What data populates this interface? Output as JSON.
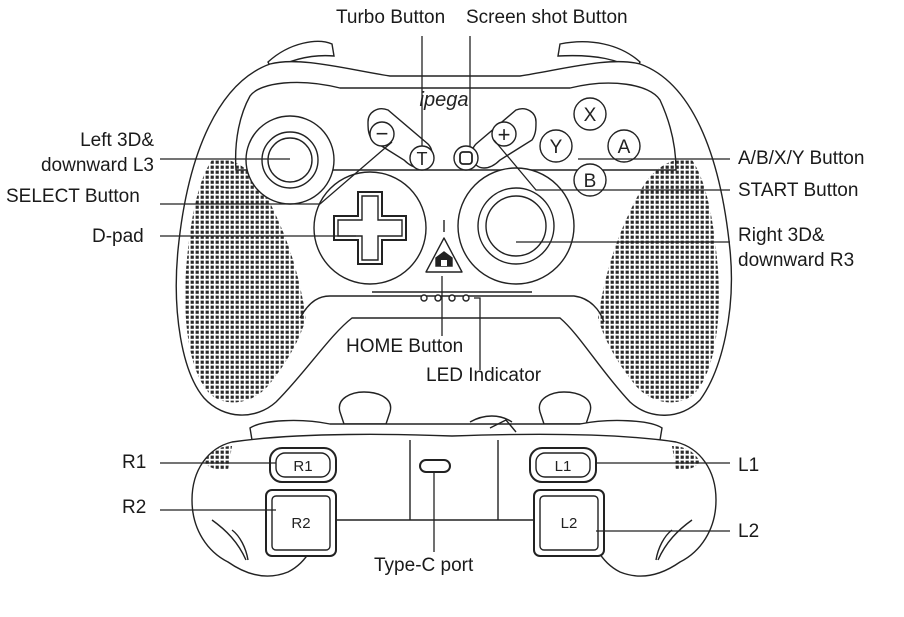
{
  "brand": "ipega",
  "front_view": {
    "labels": {
      "turbo": "Turbo Button",
      "screenshot": "Screen shot Button",
      "left_stick_line1": "Left 3D&",
      "left_stick_line2": "downward L3",
      "select": "SELECT Button",
      "dpad": "D-pad",
      "abxy": "A/B/X/Y Button",
      "start": "START Button",
      "right_stick_line1": "Right 3D&",
      "right_stick_line2": "downward R3",
      "home": "HOME Button",
      "led": "LED Indicator"
    },
    "face_buttons": {
      "x": "X",
      "y": "Y",
      "a": "A",
      "b": "B"
    },
    "small_buttons": {
      "select": "−",
      "turbo": "T",
      "start": "+"
    }
  },
  "top_view": {
    "labels": {
      "r1": "R1",
      "r2": "R2",
      "l1": "L1",
      "l2": "L2",
      "type_c": "Type-C port"
    },
    "button_marks": {
      "r1": "R1",
      "r2": "R2",
      "l1": "L1",
      "l2": "L2"
    }
  }
}
